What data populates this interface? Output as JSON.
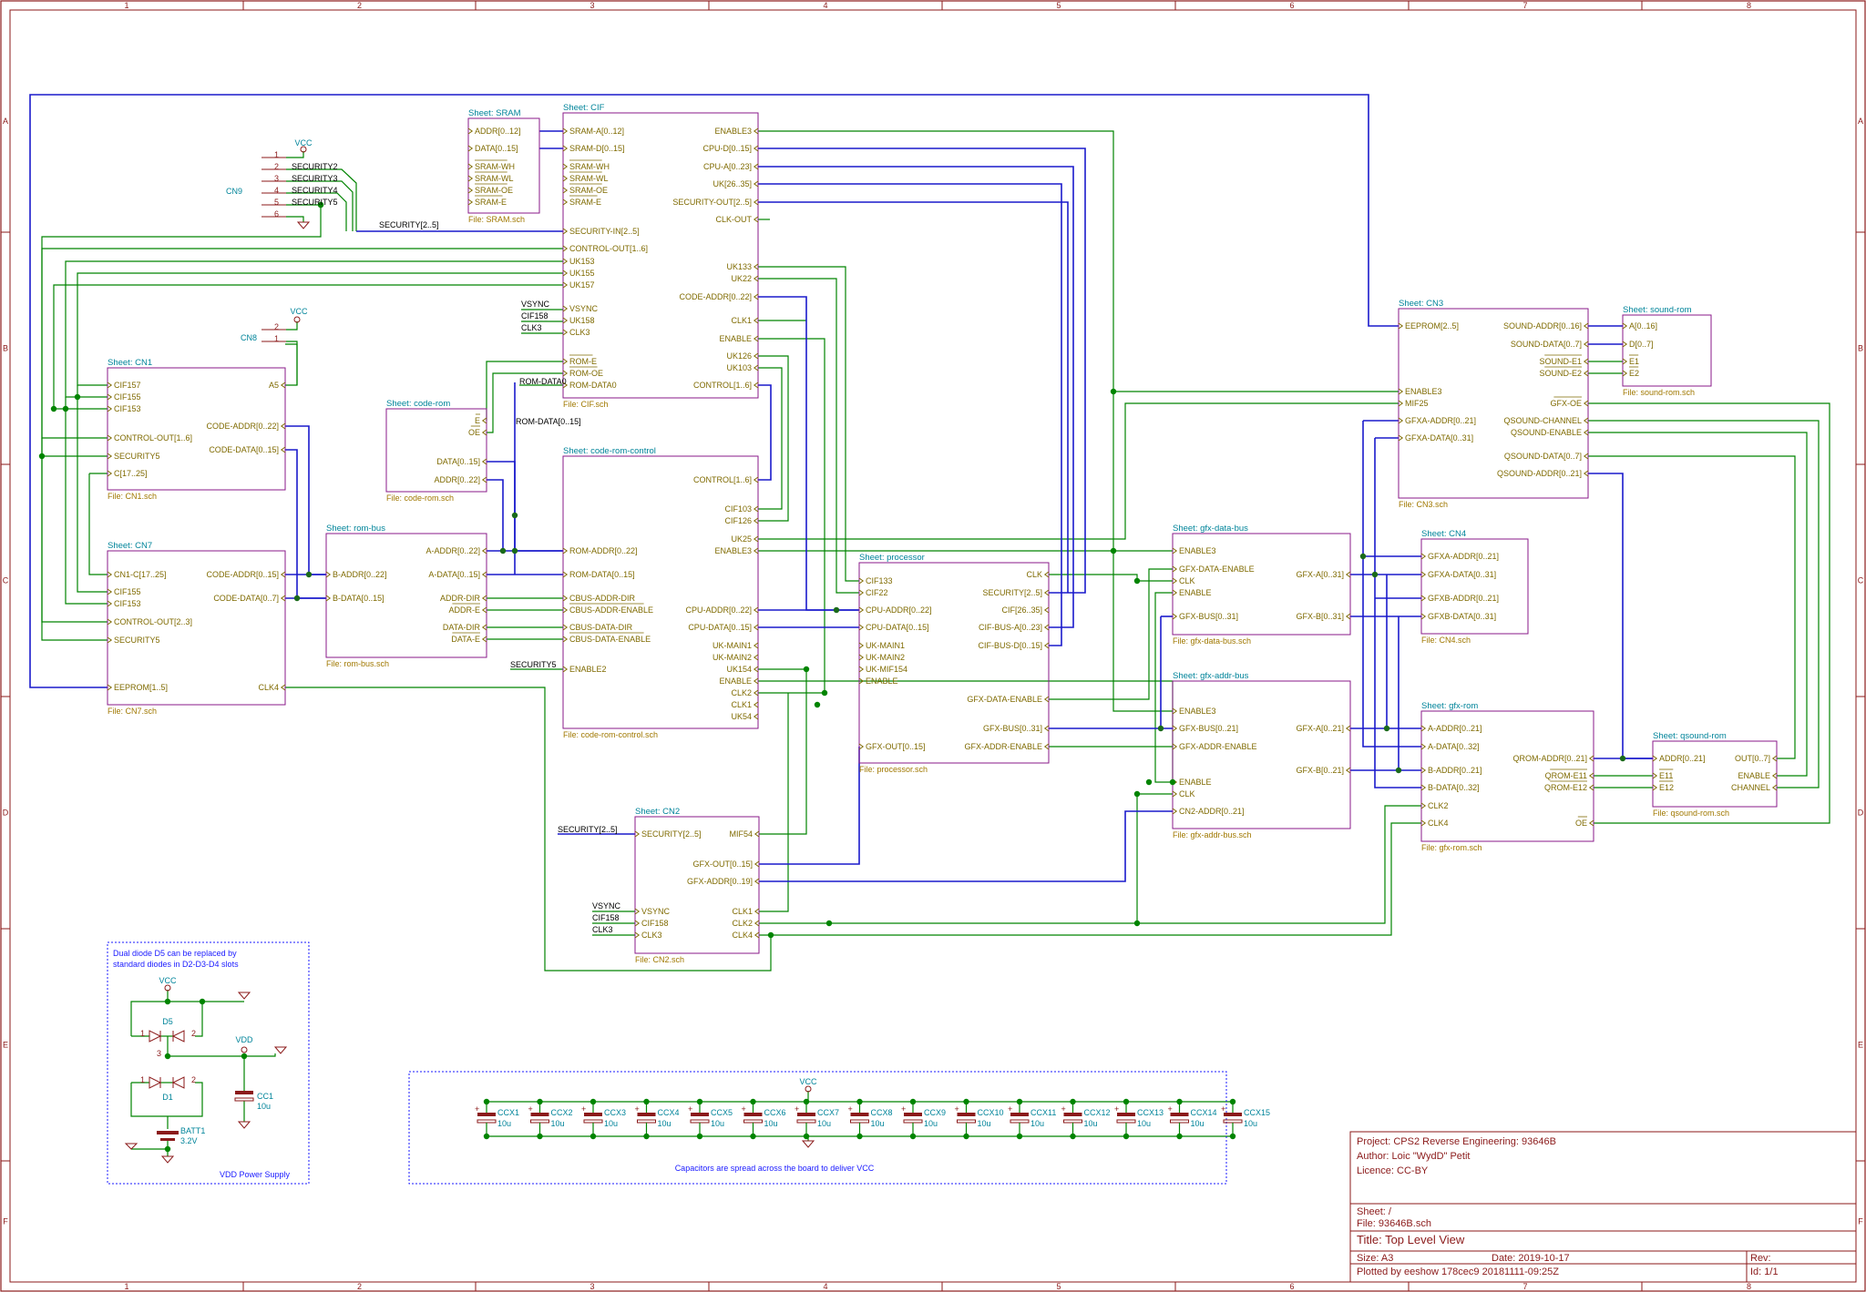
{
  "border": {
    "cols": [
      "1",
      "2",
      "3",
      "4",
      "5",
      "6",
      "7",
      "8"
    ],
    "rows": [
      "A",
      "B",
      "C",
      "D",
      "E",
      "F"
    ]
  },
  "colors": {
    "frame": "#8b1a1a",
    "sheet_box": "#8a1a8a",
    "bus": "#1a1acc",
    "wire": "#008400",
    "pin_text": "#7f6a00",
    "sheet_name": "#00849a",
    "note": "#1a1aff"
  },
  "sheets": {
    "sram": {
      "name": "Sheet: SRAM",
      "file": "File: SRAM.sch",
      "left_pins": [
        "ADDR[0..12]",
        "DATA[0..15]",
        "SRAM-WH",
        "SRAM-WL",
        "SRAM-OE",
        "SRAM-E"
      ]
    },
    "cif": {
      "name": "Sheet: CIF",
      "file": "File: CIF.sch",
      "left_pins": [
        "SRAM-A[0..12]",
        "SRAM-D[0..15]",
        "SRAM-WH",
        "SRAM-WL",
        "SRAM-OE",
        "SRAM-E",
        "SECURITY-IN[2..5]",
        "CONTROL-OUT[1..6]",
        "UK153",
        "UK155",
        "UK157",
        "VSYNC",
        "UK158",
        "CLK3",
        "ROM-E",
        "ROM-OE",
        "ROM-DATA0"
      ],
      "right_pins": [
        "ENABLE3",
        "CPU-D[0..15]",
        "CPU-A[0..23]",
        "UK[26..35]",
        "SECURITY-OUT[2..5]",
        "CLK-OUT",
        "UK133",
        "UK22",
        "CODE-ADDR[0..22]",
        "CLK1",
        "ENABLE",
        "UK126",
        "UK103",
        "CONTROL[1..6]"
      ]
    },
    "cn1": {
      "name": "Sheet: CN1",
      "file": "File: CN1.sch",
      "left_pins": [
        "CIF157",
        "CIF155",
        "CIF153",
        "CONTROL-OUT[1..6]",
        "SECURITY5",
        "C[17..25]"
      ],
      "right_pins": [
        "A5",
        "CODE-ADDR[0..22]",
        "CODE-DATA[0..15]"
      ]
    },
    "cn7": {
      "name": "Sheet: CN7",
      "file": "File: CN7.sch",
      "left_pins": [
        "CN1-C[17..25]",
        "CIF155",
        "CIF153",
        "CONTROL-OUT[2..3]",
        "SECURITY5",
        "EEPROM[1..5]"
      ],
      "right_pins": [
        "CODE-ADDR[0..15]",
        "CODE-DATA[0..7]",
        "CLK4"
      ]
    },
    "coderom": {
      "name": "Sheet: code-rom",
      "file": "File: code-rom.sch",
      "right_pins": [
        "E",
        "OE",
        "DATA[0..15]",
        "ADDR[0..22]"
      ]
    },
    "rombus": {
      "name": "Sheet: rom-bus",
      "file": "File: rom-bus.sch",
      "left_pins": [
        "B-ADDR[0..22]",
        "B-DATA[0..15]"
      ],
      "right_pins": [
        "A-ADDR[0..22]",
        "A-DATA[0..15]",
        "ADDR-DIR",
        "ADDR-E",
        "DATA-DIR",
        "DATA-E"
      ]
    },
    "crc": {
      "name": "Sheet: code-rom-control",
      "file": "File: code-rom-control.sch",
      "left_pins": [
        "ROM-ADDR[0..22]",
        "ROM-DATA[0..15]",
        "CBUS-ADDR-DIR",
        "CBUS-ADDR-ENABLE",
        "CBUS-DATA-DIR",
        "CBUS-DATA-ENABLE",
        "ENABLE2"
      ],
      "right_pins": [
        "CONTROL[1..6]",
        "CIF103",
        "CIF126",
        "UK25",
        "ENABLE3",
        "CPU-ADDR[0..22]",
        "CPU-DATA[0..15]",
        "UK-MAIN1",
        "UK-MAIN2",
        "UK154",
        "ENABLE",
        "CLK2",
        "CLK1",
        "UK54"
      ]
    },
    "processor": {
      "name": "Sheet: processor",
      "file": "File: processor.sch",
      "left_pins": [
        "CIF133",
        "CIF22",
        "CPU-ADDR[0..22]",
        "CPU-DATA[0..15]",
        "UK-MAIN1",
        "UK-MAIN2",
        "UK-MIF154",
        "ENABLE",
        "GFX-OUT[0..15]"
      ],
      "right_pins": [
        "CLK",
        "SECURITY[2..5]",
        "CIF[26..35]",
        "CIF-BUS-A[0..23]",
        "CIF-BUS-D[0..15]",
        "GFX-DATA-ENABLE",
        "GFX-BUS[0..31]",
        "GFX-ADDR-ENABLE"
      ]
    },
    "cn2": {
      "name": "Sheet: CN2",
      "file": "File: CN2.sch",
      "left_pins": [
        "SECURITY[2..5]",
        "VSYNC",
        "CIF158",
        "CLK3"
      ],
      "right_pins": [
        "MIF54",
        "GFX-OUT[0..15]",
        "GFX-ADDR[0..19]",
        "CLK1",
        "CLK2",
        "CLK4"
      ]
    },
    "gfxdatabus": {
      "name": "Sheet: gfx-data-bus",
      "file": "File: gfx-data-bus.sch",
      "left_pins": [
        "ENABLE3",
        "GFX-DATA-ENABLE",
        "CLK",
        "ENABLE",
        "GFX-BUS[0..31]"
      ],
      "right_pins": [
        "GFX-A[0..31]",
        "GFX-B[0..31]"
      ]
    },
    "gfxaddrbus": {
      "name": "Sheet: gfx-addr-bus",
      "file": "File: gfx-addr-bus.sch",
      "left_pins": [
        "ENABLE3",
        "GFX-BUS[0..21]",
        "GFX-ADDR-ENABLE",
        "ENABLE",
        "CLK",
        "CN2-ADDR[0..21]"
      ],
      "right_pins": [
        "GFX-A[0..21]",
        "GFX-B[0..21]"
      ]
    },
    "cn3": {
      "name": "Sheet: CN3",
      "file": "File: CN3.sch",
      "left_pins": [
        "EEPROM[2..5]",
        "ENABLE3",
        "MIF25",
        "GFXA-ADDR[0..21]",
        "GFXA-DATA[0..31]"
      ],
      "right_pins": [
        "SOUND-ADDR[0..16]",
        "SOUND-DATA[0..7]",
        "SOUND-E1",
        "SOUND-E2",
        "GFX-OE",
        "QSOUND-CHANNEL",
        "QSOUND-ENABLE",
        "QSOUND-DATA[0..7]",
        "QSOUND-ADDR[0..21]"
      ]
    },
    "soundrom": {
      "name": "Sheet: sound-rom",
      "file": "File: sound-rom.sch",
      "left_pins": [
        "A[0..16]",
        "D[0..7]",
        "E1",
        "E2"
      ]
    },
    "cn4": {
      "name": "Sheet: CN4",
      "file": "File: CN4.sch",
      "left_pins": [
        "GFXA-ADDR[0..21]",
        "GFXA-DATA[0..31]",
        "GFXB-ADDR[0..21]",
        "GFXB-DATA[0..31]"
      ]
    },
    "gfxrom": {
      "name": "Sheet: gfx-rom",
      "file": "File: gfx-rom.sch",
      "left_pins": [
        "A-ADDR[0..21]",
        "A-DATA[0..32]",
        "B-ADDR[0..21]",
        "B-DATA[0..32]",
        "CLK2",
        "CLK4"
      ],
      "right_pins": [
        "QROM-ADDR[0..21]",
        "QROM-E11",
        "QROM-E12",
        "OE"
      ]
    },
    "qsoundrom": {
      "name": "Sheet: qsound-rom",
      "file": "File: qsound-rom.sch",
      "left_pins": [
        "ADDR[0..21]",
        "E11",
        "E12"
      ],
      "right_pins": [
        "OUT[0..7]",
        "ENABLE",
        "CHANNEL"
      ]
    }
  },
  "connectors": {
    "cn9": {
      "ref": "CN9",
      "pins": [
        "1",
        "2",
        "3",
        "4",
        "5",
        "6"
      ],
      "nets": [
        "SECURITY2",
        "SECURITY3",
        "SECURITY4",
        "SECURITY5"
      ],
      "power": "VCC",
      "bus": "SECURITY[2..5]"
    },
    "cn8": {
      "ref": "CN8",
      "pins": [
        "2",
        "1"
      ],
      "power": "VCC"
    }
  },
  "labels": {
    "vsync": "VSYNC",
    "cif158": "CIF158",
    "clk3": "CLK3",
    "rom_data0": "ROM-DATA0",
    "rom_data_bus": "ROM-DATA[0..15]",
    "security5": "SECURITY5",
    "security_bus": "SECURITY[2..5]"
  },
  "power_supply": {
    "note1": "Dual diode D5 can be replaced by",
    "note2": "standard diodes in D2-D3-D4 slots",
    "vcc": "VCC",
    "vdd": "VDD",
    "d5": "D5",
    "d1": "D1",
    "p1": "1",
    "p2": "2",
    "p3": "3",
    "cc1": "CC1",
    "cc1_val": "10u",
    "batt": "BATT1",
    "batt_val": "3.2V",
    "title": "VDD Power Supply"
  },
  "capacitors": {
    "vcc": "VCC",
    "refs": [
      "CCX1",
      "CCX2",
      "CCX3",
      "CCX4",
      "CCX5",
      "CCX6",
      "CCX7",
      "CCX8",
      "CCX9",
      "CCX10",
      "CCX11",
      "CCX12",
      "CCX13",
      "CCX14",
      "CCX15"
    ],
    "value": "10u",
    "note": "Capacitors are spread across the board to deliver VCC"
  },
  "title_block": {
    "project": "Project: CPS2 Reverse Engineering: 93646B",
    "author": "Author: Loic \"WydD\" Petit",
    "licence": "Licence: CC-BY",
    "sheet": "Sheet: /",
    "file": "File: 93646B.sch",
    "title": "Title: Top Level View",
    "size": "Size: A3",
    "date": "Date: 2019-10-17",
    "rev": "Rev:",
    "plotted": "Plotted by eeshow 178cec9 20181111-09:25Z",
    "id": "Id: 1/1"
  }
}
